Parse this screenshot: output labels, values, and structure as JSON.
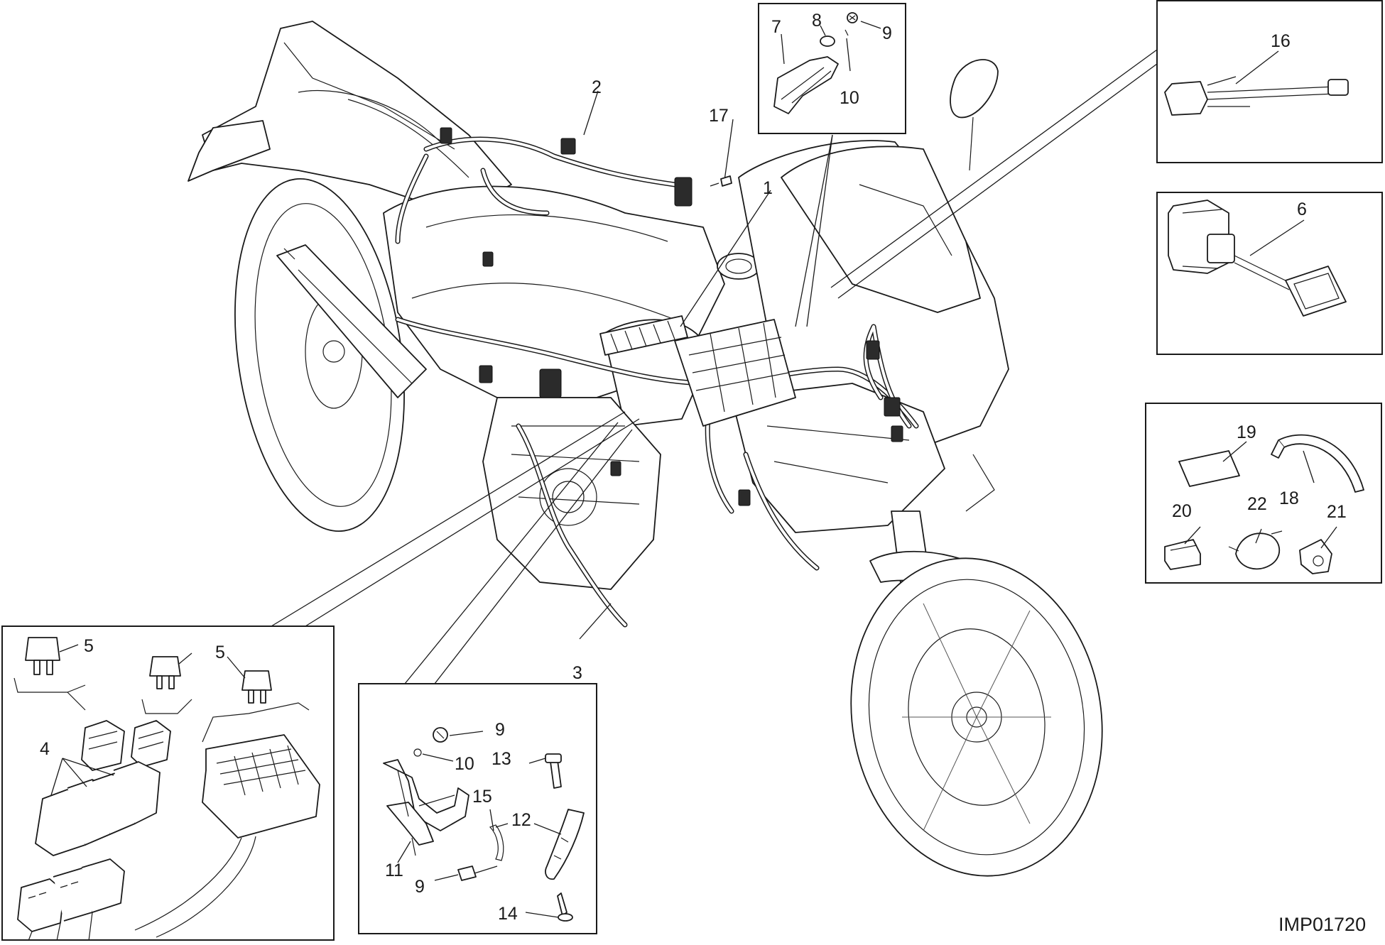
{
  "drawing": {
    "code": "IMP01720"
  },
  "callouts": {
    "c1": "1",
    "c2": "2",
    "c3": "3",
    "c4": "4",
    "c5a": "5",
    "c5b": "5",
    "c6": "6",
    "c7": "7",
    "c8": "8",
    "c9a": "9",
    "c9b": "9",
    "c9c": "9",
    "c10a": "10",
    "c10b": "10",
    "c11": "11",
    "c12": "12",
    "c13": "13",
    "c14": "14",
    "c15": "15",
    "c16": "16",
    "c17": "17",
    "c18": "18",
    "c19": "19",
    "c20": "20",
    "c21": "21",
    "c22": "22"
  }
}
